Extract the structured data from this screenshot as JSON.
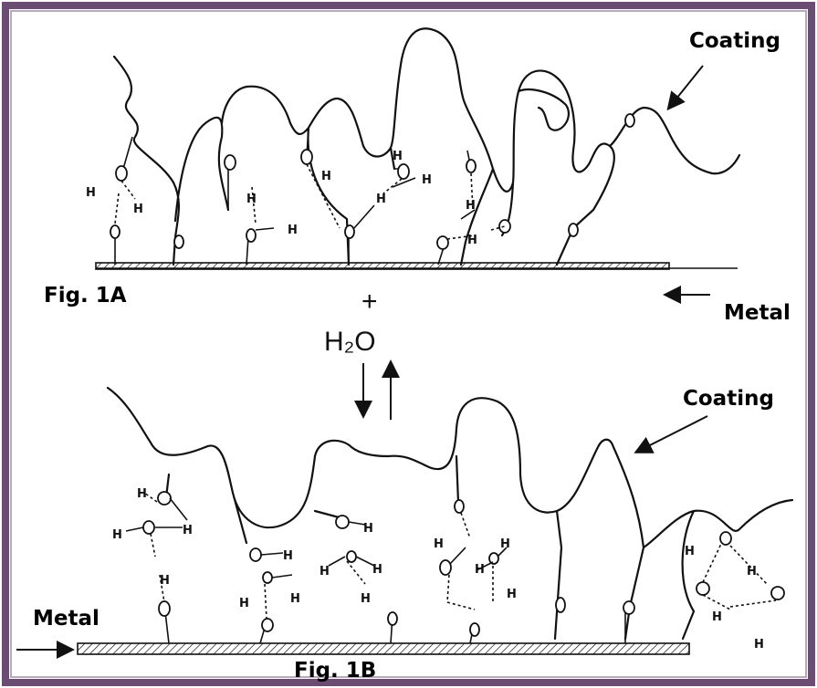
{
  "labels": {
    "coating_top": "Coating",
    "metal_top": "Metal",
    "fig_1a": "Fig. 1A",
    "plus": "+",
    "water": "H₂O",
    "coating_bottom": "Coating",
    "metal_bottom": "Metal",
    "fig_1b": "Fig. 1B"
  },
  "atoms": {
    "hydrogen": "H"
  },
  "colors": {
    "frame": "#6b4d73",
    "ink": "#111111"
  }
}
